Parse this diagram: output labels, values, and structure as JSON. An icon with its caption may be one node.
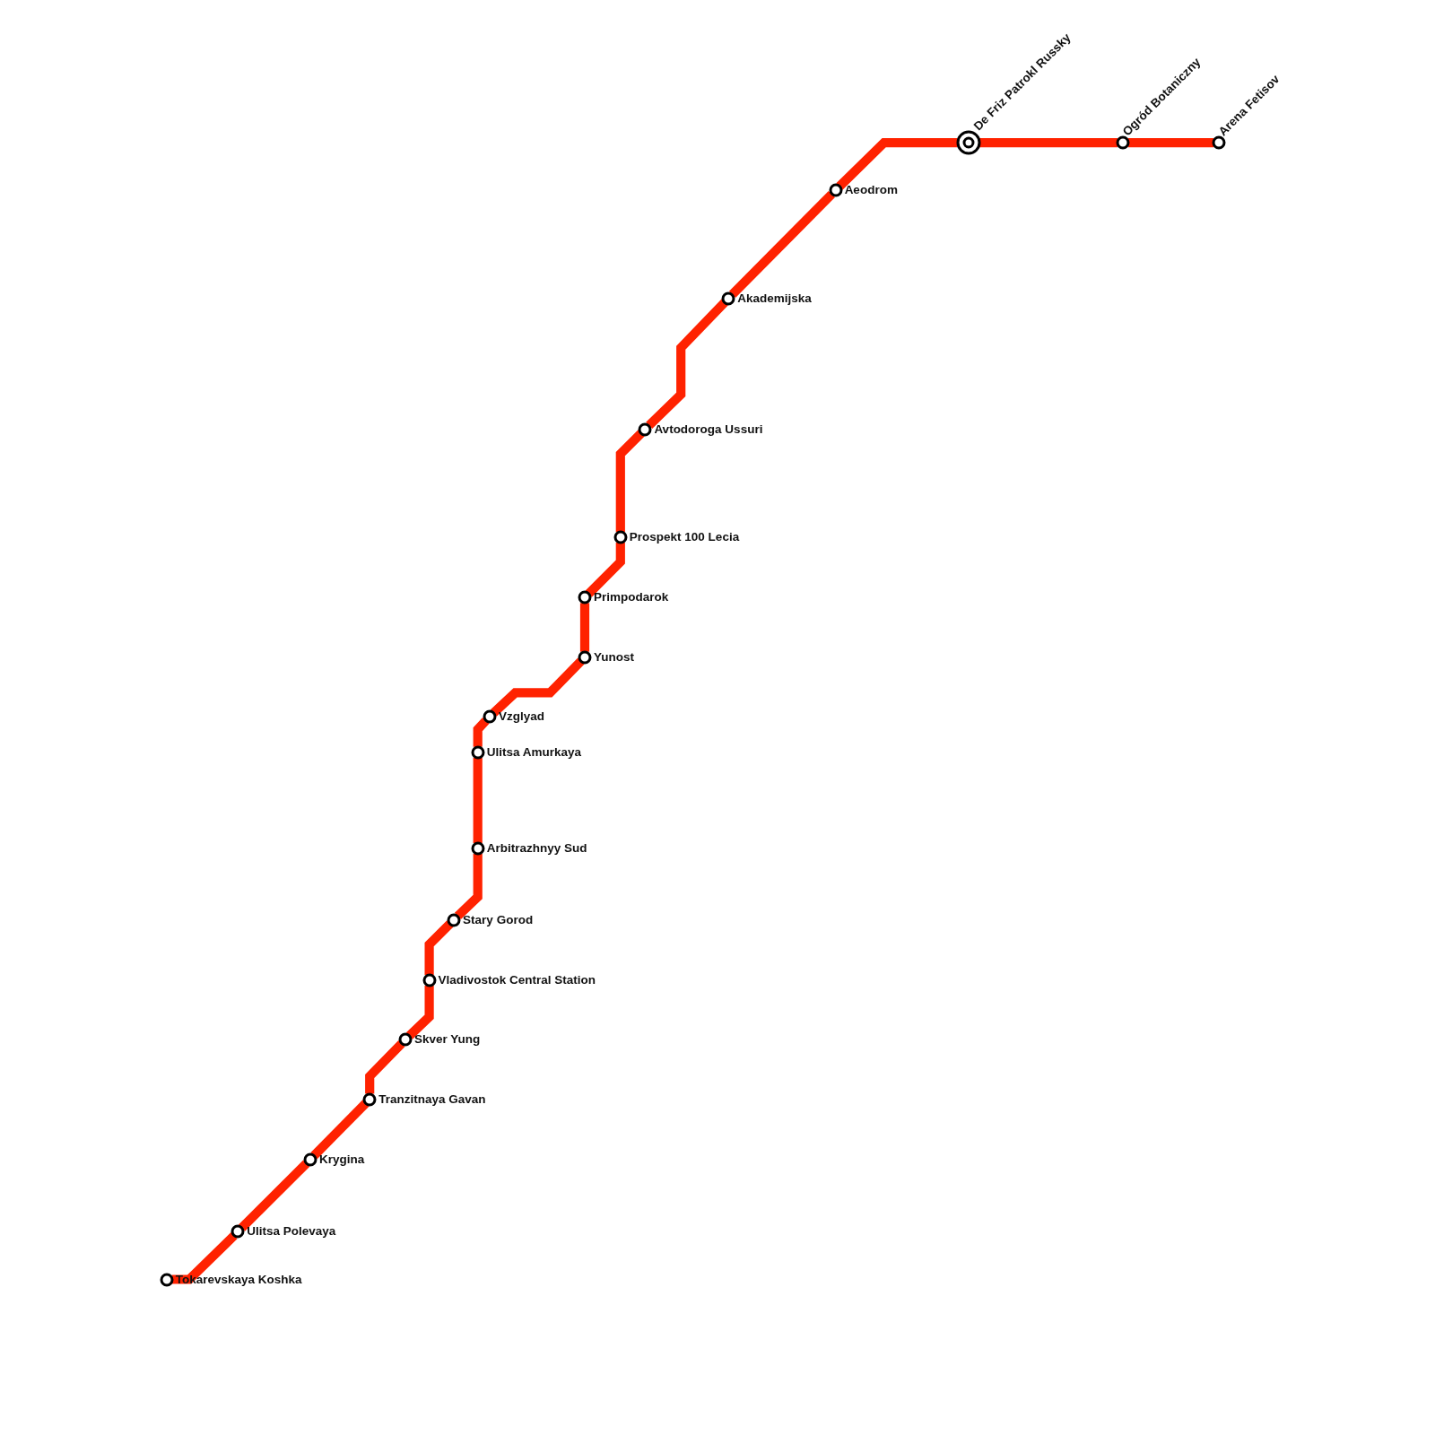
{
  "diagram": {
    "nodes": [
      {
        "text": [
          "Tokarevskaya Koshka"
        ]
      },
      {
        "text": [
          "Ulitsa Polevaya"
        ]
      },
      {
        "text": [
          "Krygina"
        ]
      },
      {
        "text": [
          "Tranzitnaya Gavan"
        ]
      },
      {
        "text": [
          "Skver Yung"
        ]
      },
      {
        "text": [
          "Vladivostok Central Station"
        ]
      },
      {
        "text": [
          "Stary Gorod"
        ]
      },
      {
        "text": [
          "Arbitrazhnyy Sud"
        ]
      },
      {
        "text": [
          "Ulitsa Amurkaya"
        ]
      },
      {
        "text": [
          "Vzglyad"
        ]
      },
      {
        "text": [
          "Yunost"
        ]
      },
      {
        "text": [
          "Primpodarok"
        ]
      },
      {
        "text": [
          "Prospekt 100 Lecia"
        ]
      },
      {
        "text": [
          "Avtodoroga Ussuri"
        ]
      },
      {
        "text": [
          "Akademijska"
        ]
      },
      {
        "text": [
          "Aeodrom"
        ]
      },
      {
        "text": [
          "De Friz Patrokl Russky"
        ]
      },
      {
        "text": [
          "Ogród Botaniczny"
        ]
      },
      {
        "text": [
          "Arena Fetisov"
        ]
      }
    ],
    "edges": [
      {
        "from": 0,
        "to": 1,
        "arrow": "none"
      },
      {
        "from": 1,
        "to": 2,
        "arrow": "none"
      },
      {
        "from": 2,
        "to": 3,
        "arrow": "none"
      },
      {
        "from": 3,
        "to": 4,
        "arrow": "none"
      },
      {
        "from": 4,
        "to": 5,
        "arrow": "none"
      },
      {
        "from": 5,
        "to": 6,
        "arrow": "none"
      },
      {
        "from": 6,
        "to": 7,
        "arrow": "none"
      },
      {
        "from": 7,
        "to": 8,
        "arrow": "none"
      },
      {
        "from": 8,
        "to": 9,
        "arrow": "none"
      },
      {
        "from": 9,
        "to": 10,
        "arrow": "none"
      },
      {
        "from": 10,
        "to": 11,
        "arrow": "none"
      },
      {
        "from": 11,
        "to": 12,
        "arrow": "none"
      },
      {
        "from": 12,
        "to": 13,
        "arrow": "none"
      },
      {
        "from": 13,
        "to": 14,
        "arrow": "none"
      },
      {
        "from": 14,
        "to": 15,
        "arrow": "none"
      },
      {
        "from": 15,
        "to": 16,
        "arrow": "none"
      },
      {
        "from": 16,
        "to": 17,
        "arrow": "none"
      },
      {
        "from": 17,
        "to": 18,
        "arrow": "none"
      }
    ]
  }
}
